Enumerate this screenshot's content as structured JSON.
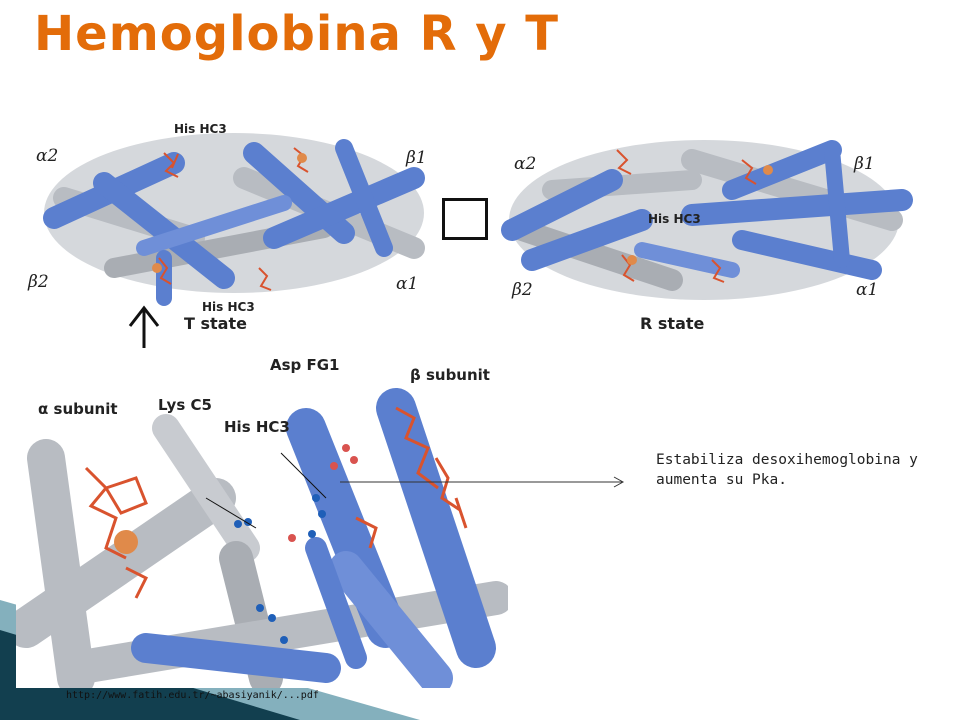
{
  "slide": {
    "title": "Hemoglobina R y T",
    "note": "Estabiliza desoxihemoglobina y aumenta su Pka.",
    "source_url": "http://www.fatih.edu.tr/~abasiyanik/...pdf"
  },
  "t_state": {
    "caption": "T state",
    "label_top": "His HC3",
    "label_bottom": "His HC3",
    "alpha2": "α2",
    "beta1": "β1",
    "beta2": "β2",
    "alpha1": "α1"
  },
  "r_state": {
    "caption": "R state",
    "label_center": "His HC3",
    "alpha2": "α2",
    "beta1": "β1",
    "beta2": "β2",
    "alpha1": "α1"
  },
  "detail": {
    "asp": "Asp FG1",
    "beta_subunit": "β subunit",
    "alpha_subunit": "α subunit",
    "lys": "Lys C5",
    "his": "His HC3"
  },
  "colors": {
    "title": "#e36c09",
    "helix_blue": "#5b7fcf",
    "helix_gray": "#b8bcc2",
    "heme_red": "#d9532e",
    "accent_teal": "#1f6f86"
  }
}
